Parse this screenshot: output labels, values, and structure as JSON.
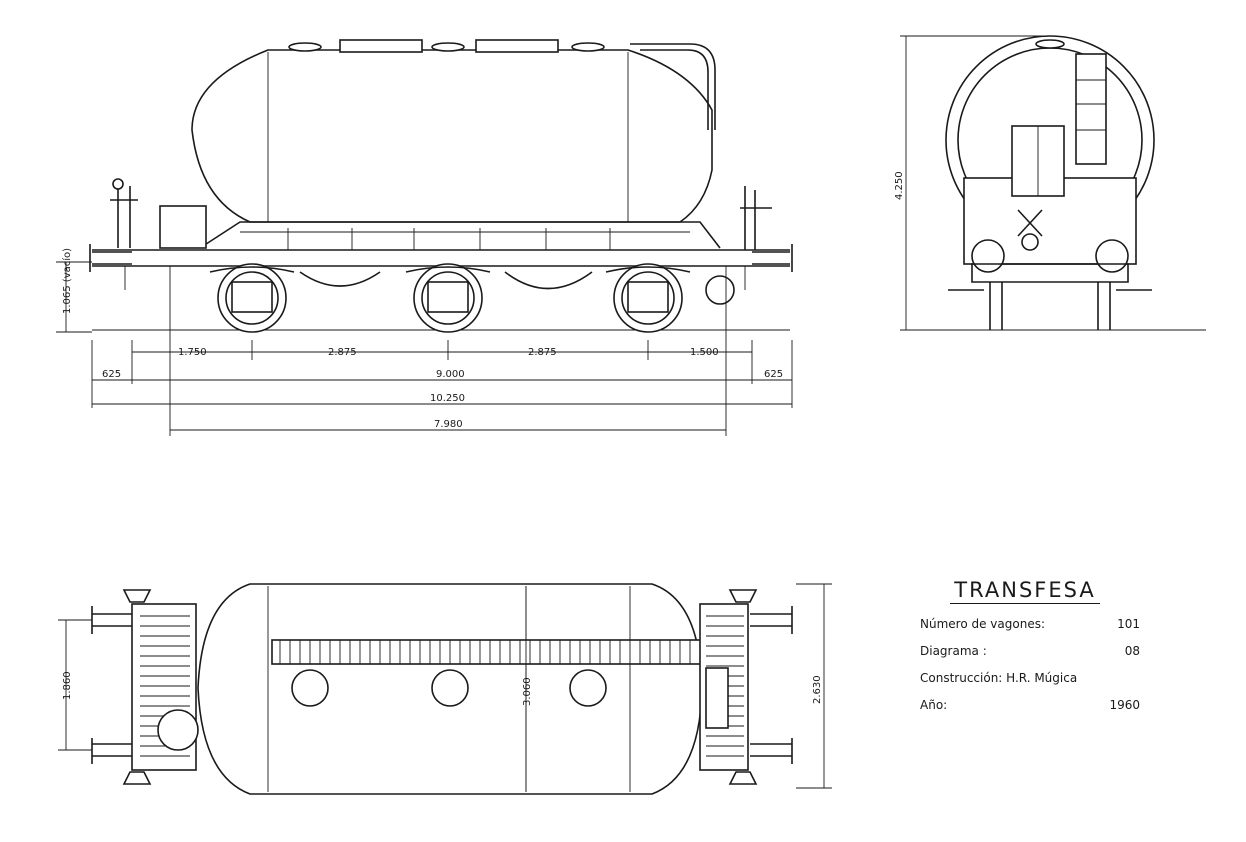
{
  "title_block": {
    "company": "TRANSFESA",
    "rows": [
      {
        "label": "Número de vagones:",
        "value": "101"
      },
      {
        "label": "Diagrama :",
        "value": "08"
      },
      {
        "label": "Construcción:  H.R. Múgica",
        "value": ""
      },
      {
        "label": "Año:",
        "value": "1960"
      }
    ]
  },
  "side_view": {
    "height_label": "1.065 (vacío)",
    "dims_row1": [
      "1.750",
      "2.875",
      "2.875",
      "1.500"
    ],
    "dims_row2_left": "625",
    "dims_row2_mid": "9.000",
    "dims_row2_right": "625",
    "overall_length": "10.250",
    "frame_length": "7.980"
  },
  "end_view": {
    "height": "4.250"
  },
  "plan_view": {
    "left_width": "1.860",
    "tank_width": "3.060",
    "overall_width": "2.630"
  }
}
